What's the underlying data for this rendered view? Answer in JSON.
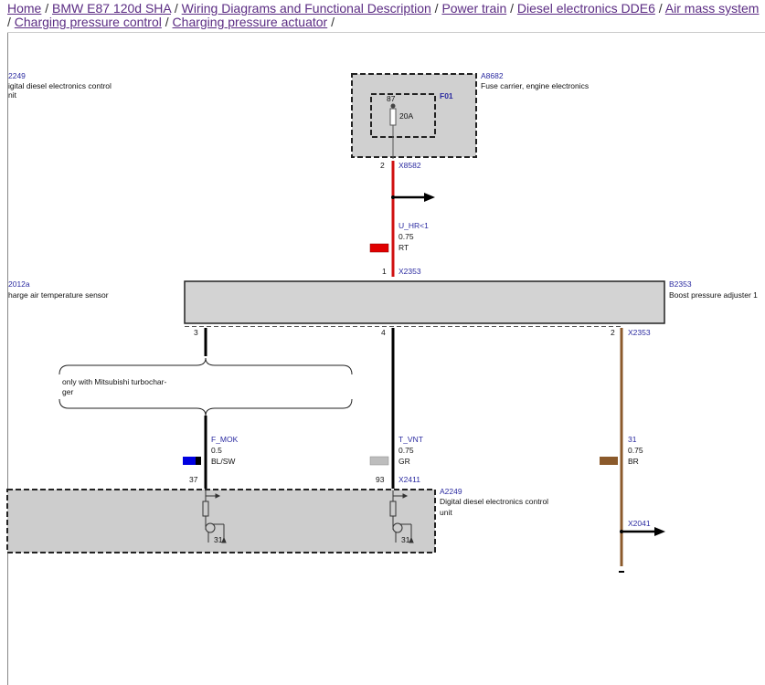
{
  "breadcrumb": {
    "items": [
      "Home",
      "BMW E87 120d SHA",
      "Wiring Diagrams and Functional Description",
      "Power train",
      "Diesel electronics DDE6",
      "Air mass system",
      "Charging pressure control",
      "Charging pressure actuator"
    ],
    "separator": "/"
  },
  "components": {
    "a2249_top": {
      "id": "2249",
      "name_line1": "igital diesel electronics control",
      "name_line2": "nit"
    },
    "a8682": {
      "id": "A8682",
      "name": "Fuse carrier, engine electronics"
    },
    "f01": {
      "id": "F01",
      "pin": "87",
      "rating": "20A"
    },
    "b2012a": {
      "id": "2012a",
      "name": "harge air temperature sensor"
    },
    "b2353": {
      "id": "B2353",
      "name": "Boost pressure adjuster 1"
    },
    "a2249": {
      "id": "A2249",
      "name_line1": "Digital diesel electronics control",
      "name_line2": "unit"
    }
  },
  "connectors": {
    "x8582": {
      "id": "X8582",
      "pin": "2"
    },
    "x2353_top": {
      "id": "X2353",
      "pin": "1"
    },
    "x2353_p3": {
      "pin": "3"
    },
    "x2353_p4": {
      "pin": "4"
    },
    "x2353_p2": {
      "id": "X2353",
      "pin": "2"
    },
    "x2411_37": {
      "pin": "37"
    },
    "x2411_93": {
      "id": "X2411",
      "pin": "93"
    },
    "x2041": {
      "id": "X2041"
    }
  },
  "wires": [
    {
      "signal": "U_HR<1",
      "gauge": "0.75",
      "color_code": "RT",
      "color": "#e00000"
    },
    {
      "signal": "F_MOK",
      "gauge": "0.5",
      "color_code": "BL/SW",
      "color": "#0000e0"
    },
    {
      "signal": "T_VNT",
      "gauge": "0.75",
      "color_code": "GR",
      "color": "#bdbdbd"
    },
    {
      "signal": "31",
      "gauge": "0.75",
      "color_code": "BR",
      "color": "#8b5a2b"
    }
  ],
  "notes": {
    "mitsubishi_line1": "only with Mitsubishi turbochar-",
    "mitsubishi_line2": "ger"
  },
  "ground": {
    "t1": "31",
    "t2": "31"
  }
}
